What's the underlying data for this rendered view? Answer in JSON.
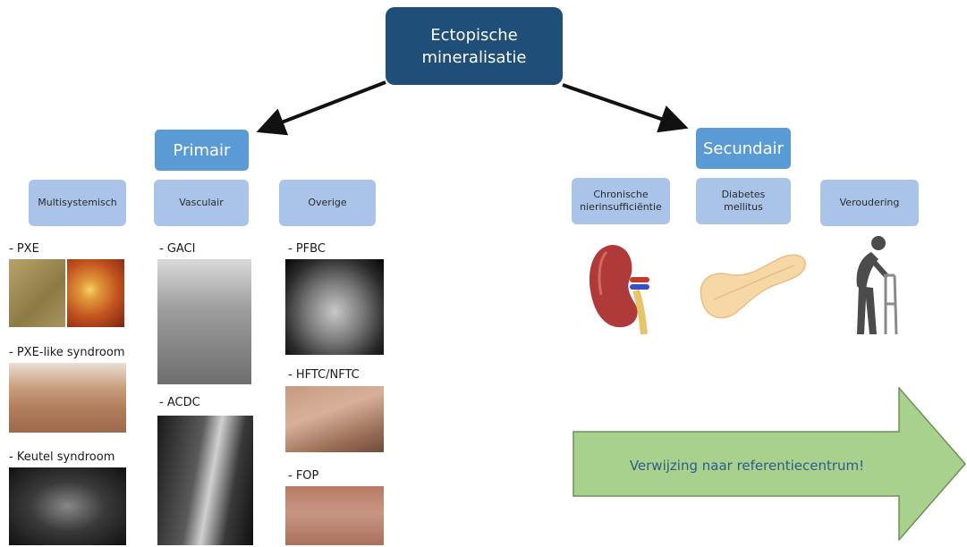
{
  "root": {
    "line1": "Ectopische",
    "line2": "mineralisatie"
  },
  "primary": {
    "title": "Primair",
    "categories": [
      "Multisystemisch",
      "Vasculair",
      "Overige"
    ],
    "conditions": {
      "multisystemic": [
        "- PXE",
        "- PXE-like syndroom",
        "- Keutel syndroom"
      ],
      "vascular": [
        "- GACI",
        "- ACDC"
      ],
      "other": [
        "- PFBC",
        "- HFTC/NFTC",
        "- FOP"
      ]
    }
  },
  "secondary": {
    "title": "Secundair",
    "categories": [
      {
        "line1": "Chronische",
        "line2": "nierinsufficiëntie"
      },
      {
        "line1": "Diabetes mellitus",
        "line2": ""
      },
      {
        "line1": "Veroudering",
        "line2": ""
      }
    ],
    "illustrations": [
      "kidney-illustration",
      "pancreas-illustration",
      "elderly-walker-illustration"
    ]
  },
  "referral": {
    "text": "Verwijzing naar referentiecentrum!",
    "color": "#a9d18e"
  },
  "colors": {
    "root": "#1f4e78",
    "level1": "#5b9bd5",
    "category": "#a9c4e8"
  }
}
